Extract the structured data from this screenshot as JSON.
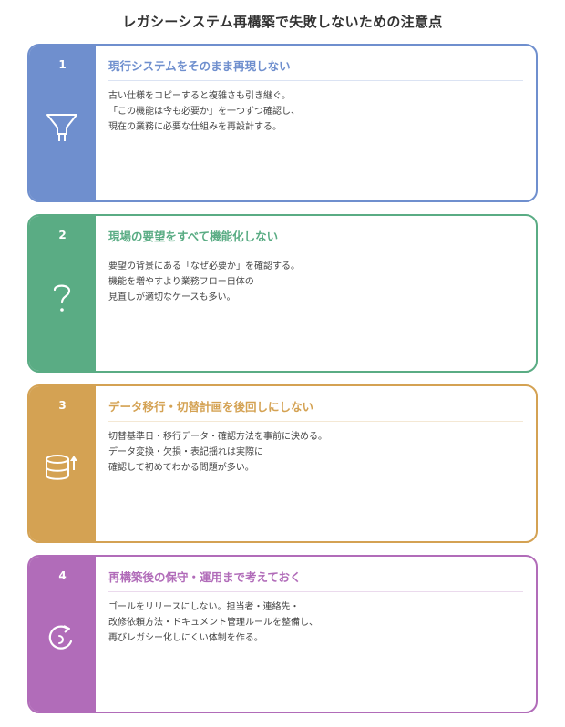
{
  "page": {
    "title": "レガシーシステム再構築で失敗しないための注意点"
  },
  "cards": [
    {
      "number": "1",
      "title": "現行システムをそのまま再現しない",
      "icon": "funnel-icon",
      "color": "#6f8fce",
      "lines": [
        "古い仕様をコピーすると複雑さも引き継ぐ。",
        "「この機能は今も必要か」を一つずつ確認し、",
        "現在の業務に必要な仕組みを再設計する。"
      ]
    },
    {
      "number": "2",
      "title": "現場の要望をすべて機能化しない",
      "icon": "question-icon",
      "color": "#5aac84",
      "lines": [
        "要望の背景にある「なぜ必要か」を確認する。",
        "機能を増やすより業務フロー自体の",
        "見直しが適切なケースも多い。"
      ]
    },
    {
      "number": "3",
      "title": "データ移行・切替計画を後回しにしない",
      "icon": "database-migrate-icon",
      "color": "#d4a253",
      "lines": [
        "切替基準日・移行データ・確認方法を事前に決める。",
        "データ変換・欠損・表記揺れは実際に",
        "確認して初めてわかる問題が多い。"
      ]
    },
    {
      "number": "4",
      "title": "再構築後の保守・運用まで考えておく",
      "icon": "cycle-icon",
      "color": "#b16cb9",
      "lines": [
        "ゴールをリリースにしない。担当者・連絡先・",
        "改修依頼方法・ドキュメント管理ルールを整備し、",
        "再びレガシー化しにくい体制を作る。"
      ]
    }
  ]
}
